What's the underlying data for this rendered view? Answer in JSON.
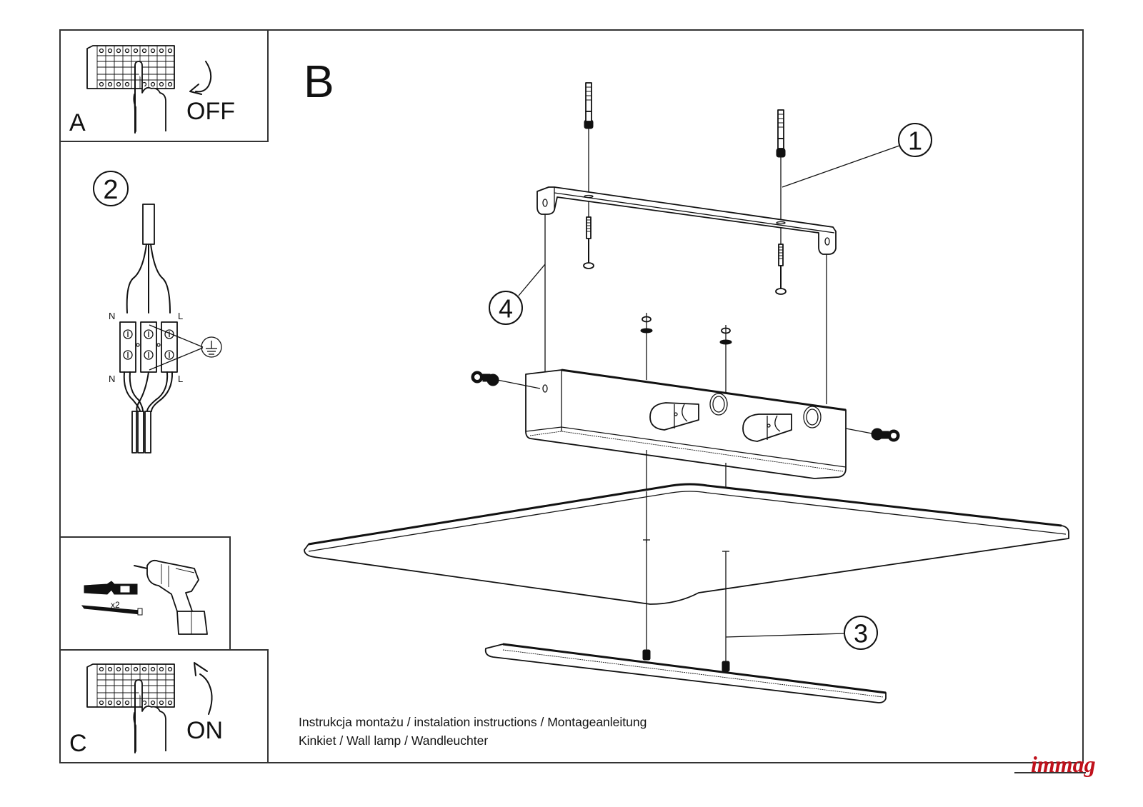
{
  "document": {
    "type": "assembly-instructions",
    "brand": {
      "name": "immag",
      "color": "#c0121c"
    },
    "line_color": "#111111",
    "frame_color": "#333333"
  },
  "panels": {
    "A": {
      "letter": "A",
      "label": "OFF",
      "arrow": "down",
      "description": "breaker switched off"
    },
    "wiring": {
      "callout": "2",
      "terminal_labels": {
        "top_left": "N",
        "top_right": "L",
        "bottom_left": "N",
        "bottom_right": "L"
      },
      "ground_symbol": "earth-ground"
    },
    "tools": {
      "quantity": "x2",
      "items": [
        "wall-plug",
        "screw",
        "drill"
      ]
    },
    "C": {
      "letter": "C",
      "label": "ON",
      "arrow": "up",
      "description": "breaker switched on"
    },
    "B": {
      "letter": "B",
      "callouts": [
        "1",
        "2",
        "3",
        "4"
      ],
      "parts": [
        {
          "callout": "1",
          "name": "wall-plugs-and-screws"
        },
        {
          "callout": "3",
          "name": "decorative-mounting-screws"
        },
        {
          "callout": "4",
          "name": "mounting-bracket-attachment"
        }
      ]
    }
  },
  "captions": {
    "line1": "Instrukcja montażu / instalation instructions / Montageanleitung",
    "line2": "Kinkiet / Wall lamp / Wandleuchter"
  }
}
